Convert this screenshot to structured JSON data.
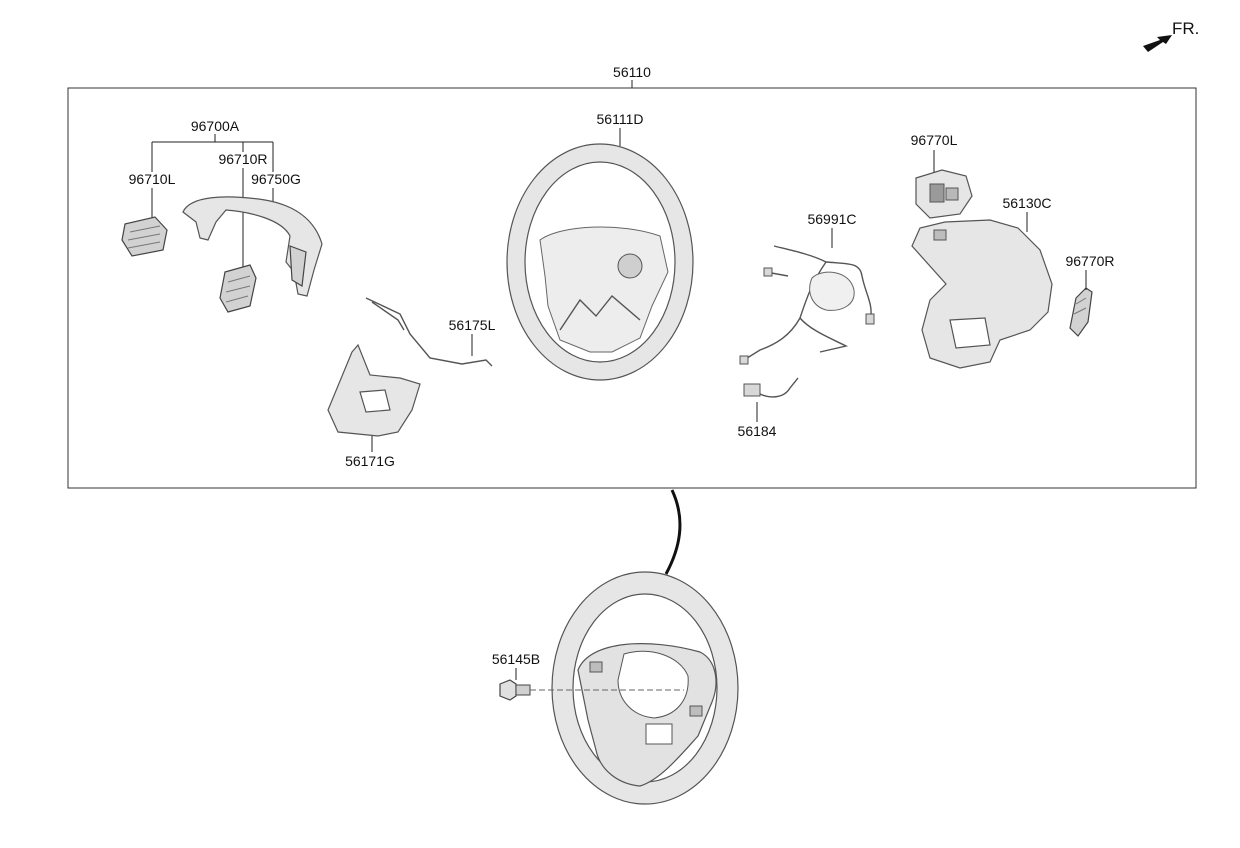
{
  "orientation": {
    "label": "FR."
  },
  "assembly": {
    "number": "56110"
  },
  "parts": {
    "p96700A": "96700A",
    "p96710R": "96710R",
    "p96710L": "96710L",
    "p96750G": "96750G",
    "p56111D": "56111D",
    "p96770L": "96770L",
    "p56130C": "56130C",
    "p56991C": "56991C",
    "p96770R": "96770R",
    "p56175L": "56175L",
    "p56171G": "56171G",
    "p56184": "56184",
    "p56145B": "56145B"
  }
}
